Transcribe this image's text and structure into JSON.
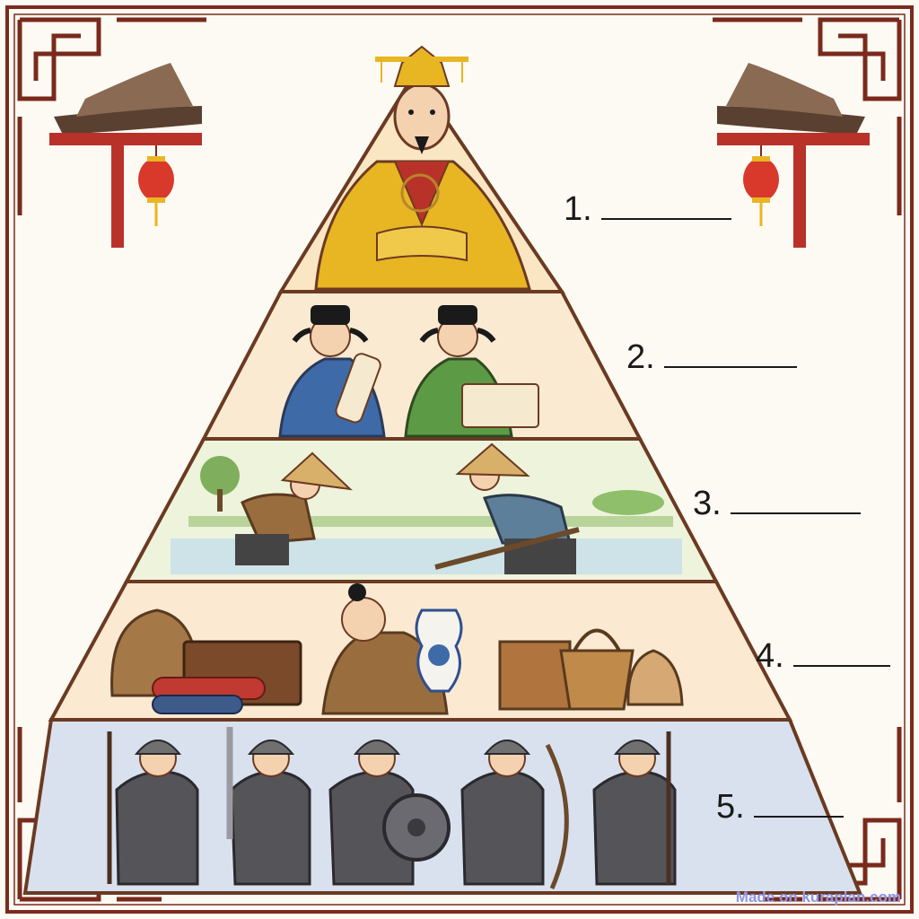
{
  "levels": [
    {
      "number": "1.",
      "figure": "emperor"
    },
    {
      "number": "2.",
      "figure": "scholar-officials"
    },
    {
      "number": "3.",
      "figure": "farmers"
    },
    {
      "number": "4.",
      "figure": "merchant"
    },
    {
      "number": "5.",
      "figure": "soldiers"
    }
  ],
  "footer": "Made on kuraplan.com",
  "colors": {
    "border": "#7a2a1c",
    "pyramid_outline": "#6b3a22",
    "tier_top": "#fbe6c4",
    "tier_officials": "#fbead2",
    "tier_farmers": "#eef3dc",
    "tier_merchant": "#fbe9d2",
    "tier_soldiers": "#d9e1ef",
    "roof": "#5a4030",
    "pillar": "#b8322a",
    "lantern": "#d8392b",
    "gold": "#e8b523",
    "robe_blue": "#3e6aa8",
    "robe_green": "#5d9a45",
    "armor": "#555458"
  }
}
